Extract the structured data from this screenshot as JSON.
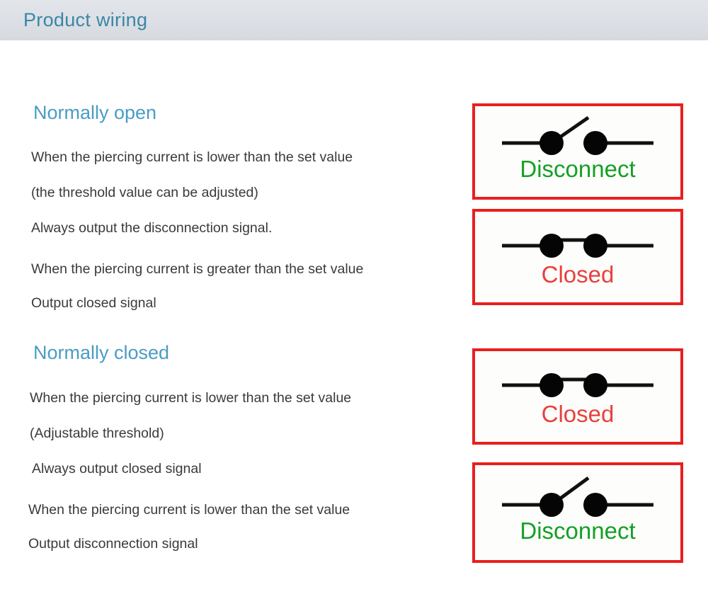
{
  "header": {
    "title": "Product wiring",
    "band_color": "#dde1e6",
    "title_color": "#3b86a6"
  },
  "sections": [
    {
      "heading": "Normally open",
      "heading_color": "#4a9cc6",
      "lines": [
        "When the piercing current is lower than the set value",
        "(the threshold value can be adjusted)",
        "Always output the disconnection signal.",
        "When the piercing current is greater than the set value",
        "Output closed signal"
      ]
    },
    {
      "heading": "Normally closed",
      "heading_color": "#4a9cc6",
      "lines": [
        "When the piercing current is lower than the set value",
        "(Adjustable threshold)",
        "Always output closed signal",
        "When the piercing current is lower than the set value",
        "Output disconnection signal"
      ]
    }
  ],
  "diagrams": [
    {
      "state": "open",
      "label": "Disconnect",
      "label_color": "#14a026",
      "border_color": "#e8201f",
      "icon": "switch-open-icon"
    },
    {
      "state": "closed",
      "label": "Closed",
      "label_color": "#e8403c",
      "border_color": "#e8201f",
      "icon": "switch-closed-icon"
    },
    {
      "state": "closed",
      "label": "Closed",
      "label_color": "#e8403c",
      "border_color": "#e8201f",
      "icon": "switch-closed-icon"
    },
    {
      "state": "open",
      "label": "Disconnect",
      "label_color": "#14a026",
      "border_color": "#e8201f",
      "icon": "switch-open-icon"
    }
  ]
}
